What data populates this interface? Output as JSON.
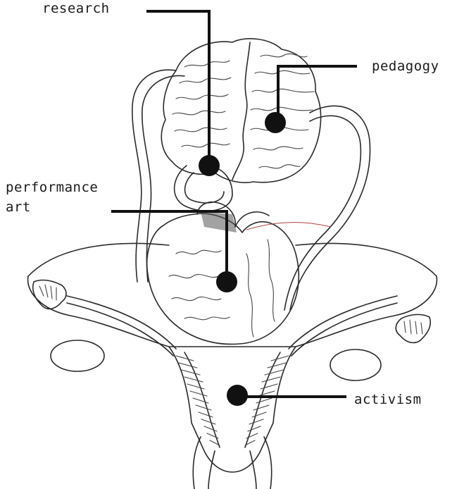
{
  "labels": {
    "research": "research",
    "pedagogy": "pedagogy",
    "performance_art_line1": "performance",
    "performance_art_line2": "art",
    "activism": "activism"
  },
  "colors": {
    "line": "#2a2a2a",
    "marker": "#111111",
    "background": "#ffffff"
  }
}
